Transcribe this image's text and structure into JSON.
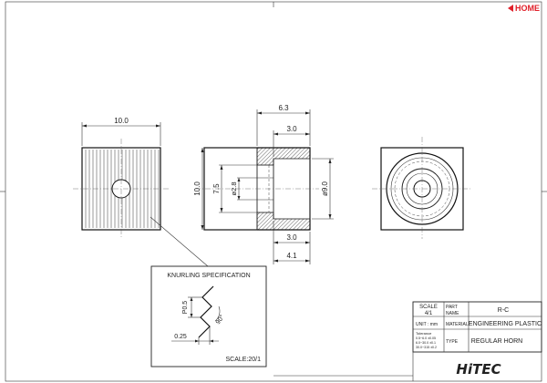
{
  "nav": {
    "home_label": "HOME",
    "accent": "#e0202a"
  },
  "views": {
    "front": {
      "width_dim": "10.0"
    },
    "section": {
      "total_length_dim": "6.3",
      "top_step_dim": "3.0",
      "bottom_step_dim": "3.0",
      "offset_dim": "4.1",
      "height_dim": "10.0",
      "inner_height_dim": "7.5",
      "bore_dim": "ø2.8",
      "outer_dia_dim": "ø9.0"
    }
  },
  "knurling": {
    "title": "KNURLING SPECIFICATION",
    "pitch": "P0.5",
    "angle": "90°",
    "depth": "0.25",
    "scale": "SCALE:20/1"
  },
  "title_block": {
    "scale_label": "SCALE",
    "scale_value": "4/1",
    "part_name_label_1": "PART",
    "part_name_label_2": "NAME",
    "part_name": "R-C",
    "unit": "UNIT : mm",
    "material_label": "MATERIAL",
    "material": "ENGINEERING PLASTIC",
    "type_label": "TYPE",
    "type": "REGULAR HORN",
    "tolerance_title": "Tolerance",
    "tolerance_1": "0.5~6.0  ±0.05",
    "tolerance_2": "6.0~30.0  ±0.1",
    "tolerance_3": "30.0~315  ±0.2",
    "brand": "HiTEC"
  }
}
